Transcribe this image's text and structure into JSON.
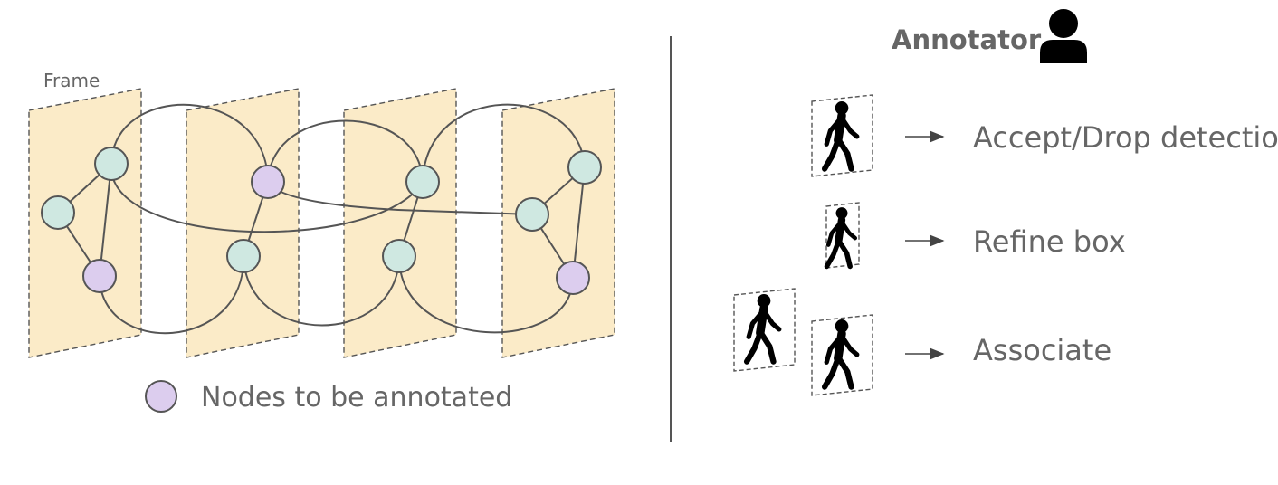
{
  "graph": {
    "frame_label": "Frame",
    "legend_label": "Nodes to be annotated"
  },
  "annotator": {
    "title": "Annotator",
    "actions": [
      {
        "label": "Accept/Drop detection"
      },
      {
        "label": "Refine box"
      },
      {
        "label": "Associate"
      }
    ]
  },
  "colors": {
    "frame_fill": "#fbebc8",
    "node_plain": "#cfe8e1",
    "node_annotate": "#dccdee",
    "stroke": "#555555",
    "text": "#666666"
  }
}
